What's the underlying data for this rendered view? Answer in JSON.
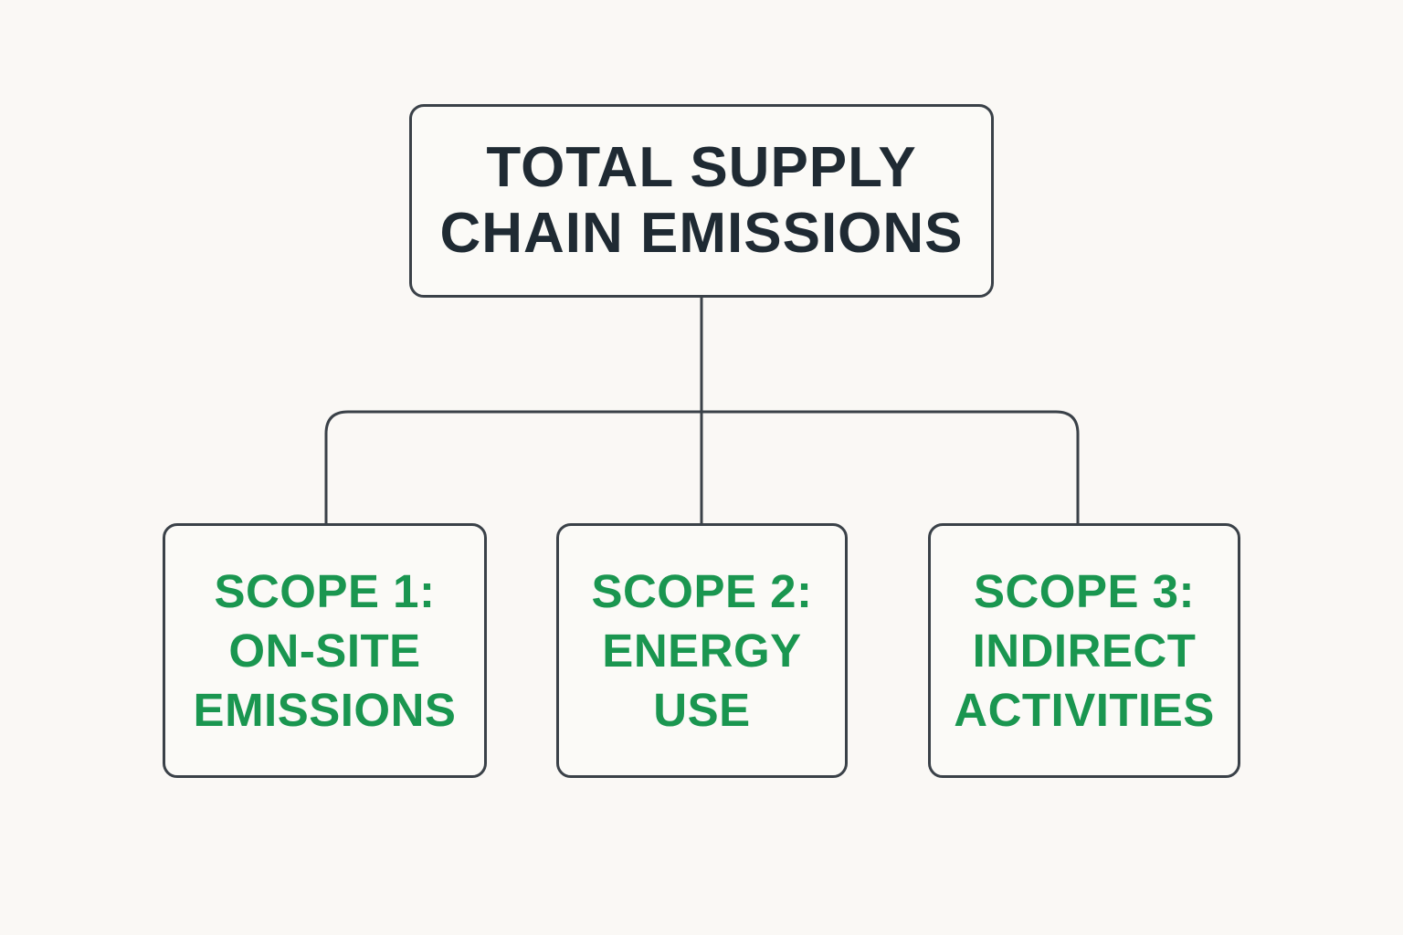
{
  "diagram": {
    "root": {
      "lines": [
        "TOTAL SUPPLY",
        "CHAIN EMISSIONS"
      ]
    },
    "children": [
      {
        "lines": [
          "SCOPE 1:",
          "ON-SITE",
          "EMISSIONS"
        ]
      },
      {
        "lines": [
          "SCOPE 2:",
          "ENERGY",
          "USE"
        ]
      },
      {
        "lines": [
          "SCOPE 3:",
          "INDIRECT",
          "ACTIVITIES"
        ]
      }
    ]
  },
  "colors": {
    "background": "#faf8f5",
    "line": "#3a4148",
    "root_text": "#1f2a33",
    "child_text": "#1a9650"
  }
}
